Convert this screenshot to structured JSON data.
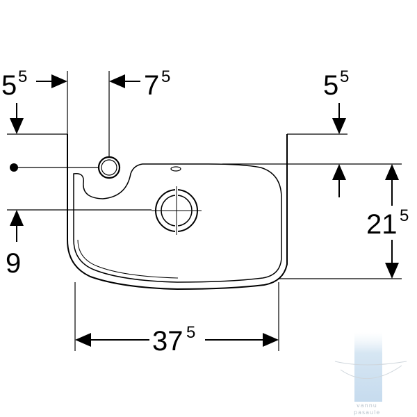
{
  "dimensions": {
    "top_left_offset": {
      "main": "5",
      "sup": "5"
    },
    "tap_hole_offset": {
      "main": "7",
      "sup": "5"
    },
    "top_right_offset": {
      "main": "5",
      "sup": "5"
    },
    "left_height": {
      "main": "9",
      "sup": ""
    },
    "right_height": {
      "main": "21",
      "sup": "5"
    },
    "bottom_width": {
      "main": "37",
      "sup": "5"
    }
  },
  "watermark": {
    "line1": "vannu",
    "line2": "pasaule"
  },
  "colors": {
    "line": "#000000",
    "faint": "#9a9a9a",
    "watermark": "#cfe0ee"
  }
}
